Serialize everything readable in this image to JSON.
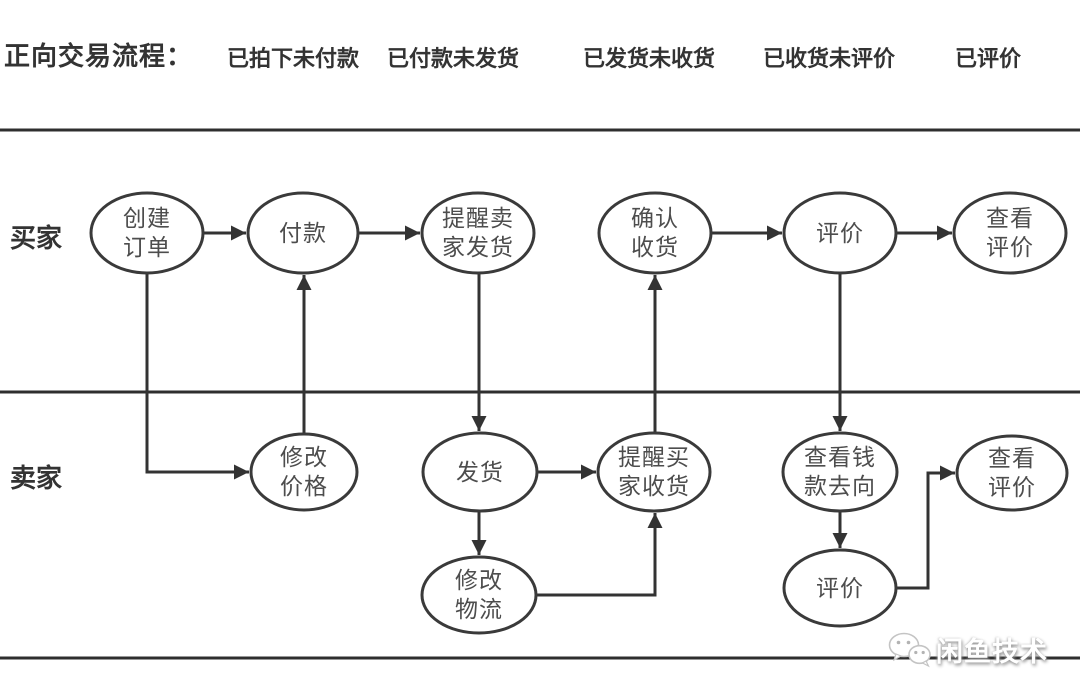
{
  "header": {
    "title": "正向交易流程：",
    "stages": [
      {
        "label": "已拍下未付款"
      },
      {
        "label": "已付款未发货"
      },
      {
        "label": "已发货未收货"
      },
      {
        "label": "已收货未评价"
      },
      {
        "label": "已评价"
      }
    ]
  },
  "lanes": {
    "buyer": "买家",
    "seller": "卖家"
  },
  "nodes": {
    "buyer": [
      {
        "id": "create-order",
        "lines": [
          "创建",
          "订单"
        ]
      },
      {
        "id": "pay",
        "lines": [
          "付款"
        ]
      },
      {
        "id": "remind-seller-ship",
        "lines": [
          "提醒卖",
          "家发货"
        ]
      },
      {
        "id": "confirm-receipt",
        "lines": [
          "确认",
          "收货"
        ]
      },
      {
        "id": "rate",
        "lines": [
          "评价"
        ]
      },
      {
        "id": "view-rating",
        "lines": [
          "查看",
          "评价"
        ]
      }
    ],
    "seller": [
      {
        "id": "modify-price",
        "lines": [
          "修改",
          "价格"
        ]
      },
      {
        "id": "ship",
        "lines": [
          "发货"
        ]
      },
      {
        "id": "remind-buyer-receive",
        "lines": [
          "提醒买",
          "家收货"
        ]
      },
      {
        "id": "view-money-flow",
        "lines": [
          "查看钱",
          "款去向"
        ]
      },
      {
        "id": "view-rating",
        "lines": [
          "查看",
          "评价"
        ]
      },
      {
        "id": "modify-logistics",
        "lines": [
          "修改",
          "物流"
        ]
      },
      {
        "id": "rate",
        "lines": [
          "评价"
        ]
      }
    ]
  },
  "watermark": {
    "text": "闲鱼技术",
    "icon": "wechat-icon"
  },
  "colors": {
    "node_stroke": "#3a3a3a",
    "node_text": "#4d4d4d",
    "line": "#333333",
    "label_text": "#333333",
    "background": "#ffffff"
  }
}
